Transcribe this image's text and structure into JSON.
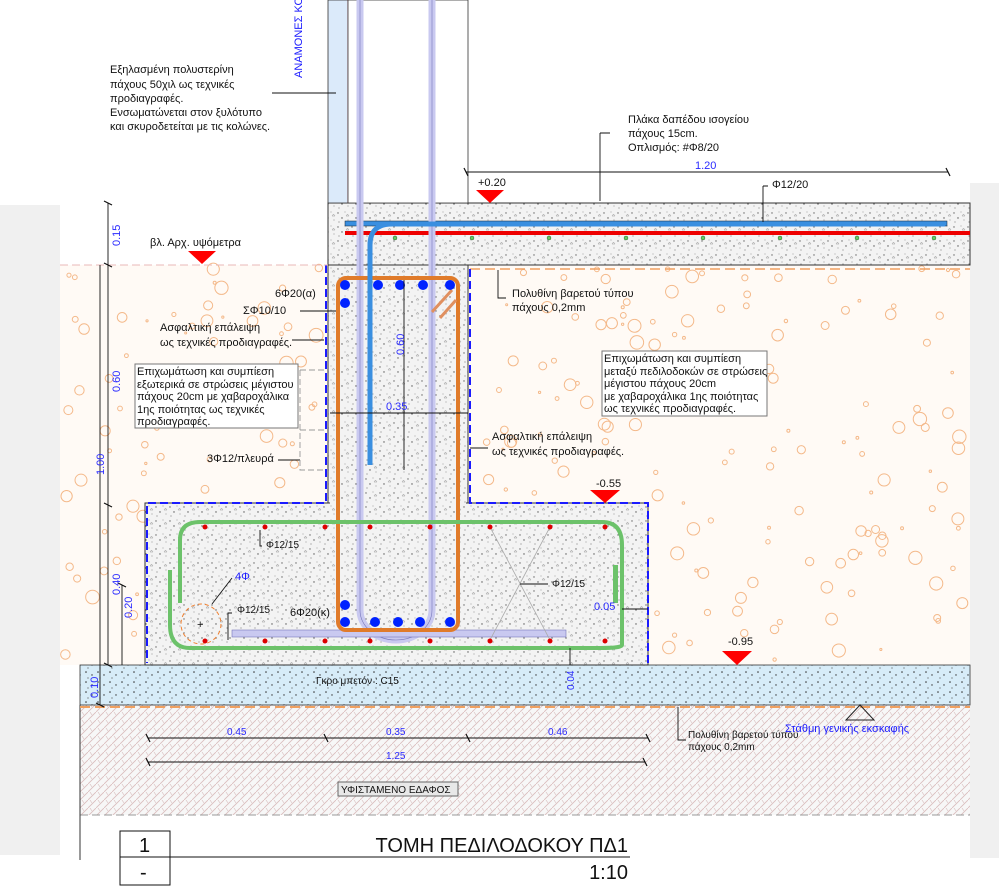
{
  "column_label": "ΑΝΑΜΟΝΕΣ ΚΟ",
  "notes": {
    "xps": [
      "Εξηλασμένη πολυστερίνη",
      "πάχους 50χιλ ως τεχνικές",
      "προδιαγραφές.",
      "Ενσωματώνεται στον ξυλότυπο",
      "και σκυροδετείται με τις κολώνες."
    ],
    "slab": [
      "Πλάκα δαπέδου ισογείου",
      "πάχους 15cm.",
      "Οπλισμός: #Φ8/20"
    ],
    "arch_levels": "βλ. Αρχ. υψόμετρα",
    "slab_bar": "Φ12/20",
    "top_bars": "6Φ20(α)",
    "stirrups": "ΣΦ10/10",
    "asphalt_left": [
      "Ασφαλτική επάλειψη",
      "ως τεχνικές προδιαγραφές."
    ],
    "asphalt_right": [
      "Ασφαλτική επάλειψη",
      "ως τεχνικές προδιαγραφές."
    ],
    "fill_outside": [
      "Επιχωμάτωση και συμπίεση",
      "εξωτερικά σε στρώσεις μέγιστου",
      "πάχους 20cm με  χαβαροχάλικα",
      "1ης ποιότητας ως τεχνικές",
      "προδιαγραφές."
    ],
    "fill_between": [
      "Επιχωμάτωση και συμπίεση",
      "μεταξύ πεδιλοδοκών σε στρώσεις",
      "μέγιστου πάχους 20cm",
      "με  χαβαροχάλικα 1ης ποιότητας",
      "ως τεχνικές προδιαγραφές."
    ],
    "side_bars": "3Φ12/πλευρά",
    "polyethylene_top": [
      "Πολυθίνη βαρετού τύπου",
      "πάχους 0,2mm"
    ],
    "polyethylene_bottom": [
      "Πολυθίνη βαρετού τύπου",
      "πάχους 0,2mm"
    ],
    "footing_top_bar": "Φ12/15",
    "footing_diag_bar": "Φ12/15",
    "footing_bottom_bar": "Φ12/15",
    "corner_bars": "4Φ",
    "bottom_bars": "6Φ20(κ)",
    "blinding": "Γκρο μπετόν : C15",
    "excavation_level": "Στάθμη γενικής εκσκαφής",
    "existing_soil": "ΥΦΙΣΤΑΜΕΝΟ ΕΔΑΦΟΣ"
  },
  "levels": {
    "slab_top": "+0.20",
    "footing_top": "-0.55",
    "footing_bottom": "-0.95"
  },
  "dimensions": {
    "slab_width": "1.20",
    "slab_thickness": "0.15",
    "beam_height": "0.60",
    "total_height": "1.00",
    "footing_height": "0.40",
    "lower_part": "0.20",
    "blinding_thickness": "0.10",
    "column_height": "0.60",
    "column_width": "0.35",
    "cover_side": "0.05",
    "cover_bottom": "0.04",
    "left_overhang": "0.45",
    "web_width": "0.35",
    "right_overhang": "0.46",
    "footing_width": "1.25"
  },
  "title_block": {
    "number": "1",
    "sheet": "-",
    "title": "ΤΟΜΗ ΠΕΔΙΛΟΔΟΚΟΥ ΠΔ1",
    "scale": "1:10"
  },
  "colors": {
    "rebar_blue": "#3a8fe0",
    "stirrup_orange": "#e07b2a",
    "footing_green": "#6cc26a",
    "level_red": "#ff0000",
    "dim_blue": "#2a2aff"
  }
}
